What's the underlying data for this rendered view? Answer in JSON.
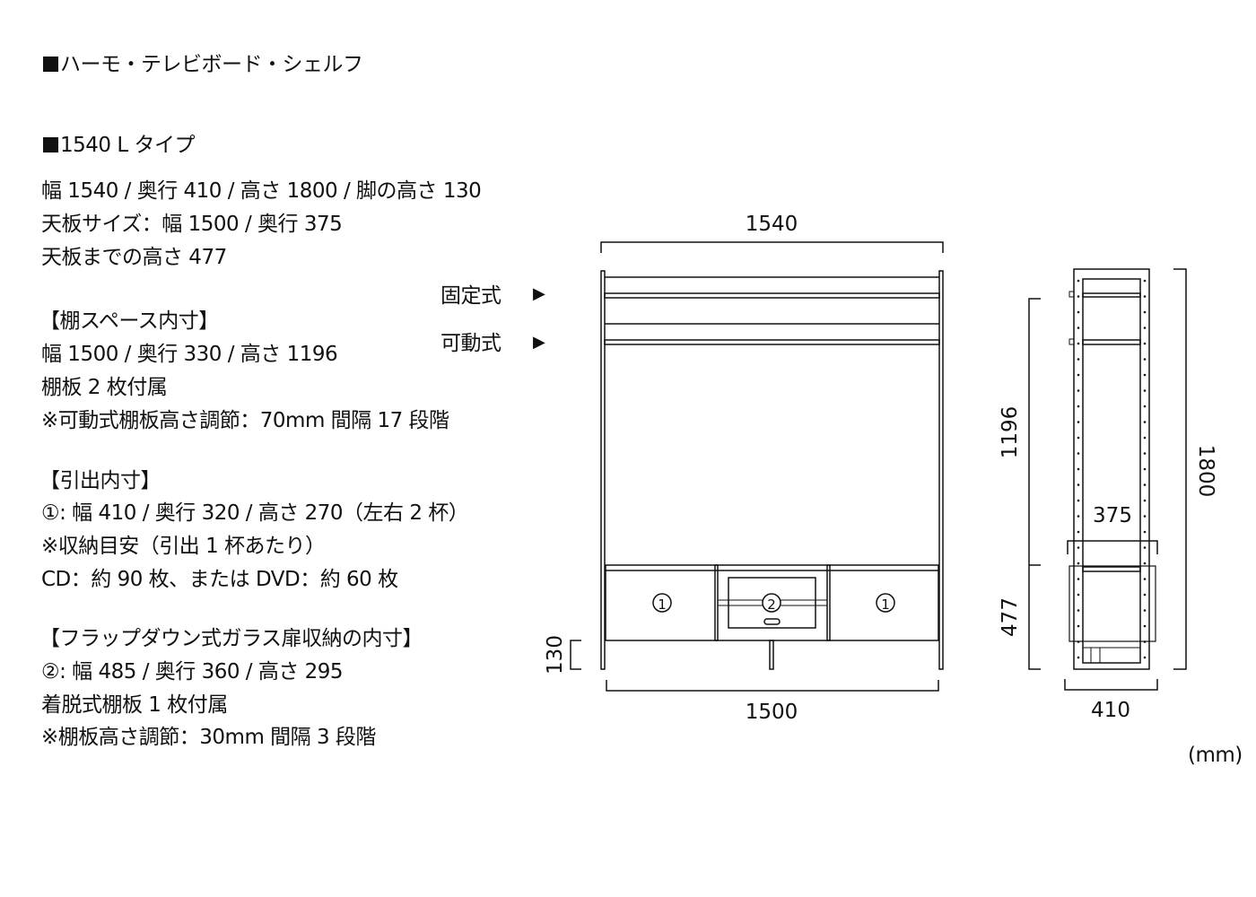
{
  "title": "ハーモ・テレビボード・シェルフ",
  "type_heading": "1540 L タイプ",
  "specs": [
    "幅 1540 / 奥行 410 / 高さ 1800 / 脚の高さ 130",
    "天板サイズ：幅 1500 / 奥行 375",
    "天板までの高さ 477"
  ],
  "shelf_space": [
    "【棚スペース内寸】",
    "幅 1500 / 奥行 330 / 高さ 1196",
    "棚板 2 枚付属",
    "※可動式棚板高さ調節：70mm 間隔 17 段階"
  ],
  "drawer": [
    "【引出内寸】",
    "①: 幅 410 / 奥行 320 / 高さ 270（左右 2 杯）",
    "※収納目安（引出 1 杯あたり）",
    "CD：約 90 枚、または DVD：約 60 枚"
  ],
  "flap": [
    "【フラップダウン式ガラス扉収納の内寸】",
    "②: 幅 485 / 奥行 360 / 高さ 295",
    "着脱式棚板 1 枚付属",
    "※棚板高さ調節：30mm 間隔 3 段階"
  ],
  "callouts": {
    "fixed": "固定式",
    "movable": "可動式",
    "arrow": "▶"
  },
  "front_view": {
    "width": "1540",
    "inner_width": "1500",
    "leg_height": "130",
    "drawer_mark": "①",
    "flap_mark": "②"
  },
  "side_view": {
    "shelf_height": "1196",
    "top_height": "477",
    "total_height": "1800",
    "depth": "410",
    "top_depth": "375"
  },
  "unit": "(mm)"
}
